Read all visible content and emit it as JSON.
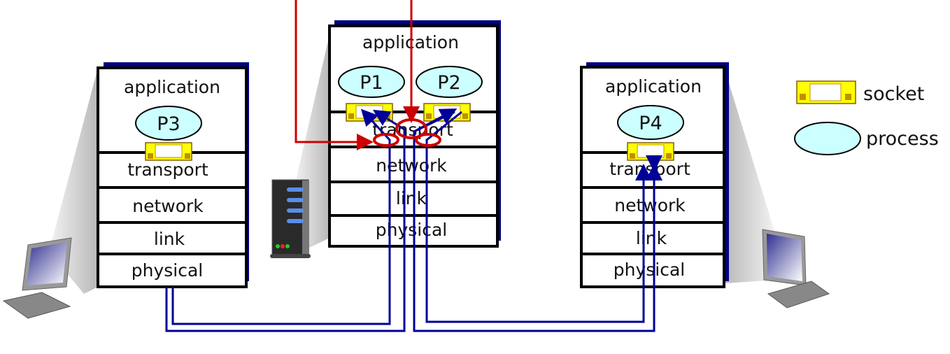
{
  "hosts": [
    {
      "id": "left-client",
      "layers": [
        "application",
        "transport",
        "network",
        "link",
        "physical"
      ],
      "processes": [
        "P3"
      ]
    },
    {
      "id": "server",
      "layers": [
        "application",
        "transport",
        "network",
        "link",
        "physical"
      ],
      "processes": [
        "P1",
        "P2"
      ]
    },
    {
      "id": "right-client",
      "layers": [
        "application",
        "transport",
        "network",
        "link",
        "physical"
      ],
      "processes": [
        "P4"
      ]
    }
  ],
  "legend": {
    "socket": "socket",
    "process": "process"
  },
  "colors": {
    "shadow": "#000080",
    "process_fill": "#ccffff",
    "socket_fill": "#ffff00",
    "link_line": "#000099",
    "demux_marker": "#cc0000"
  }
}
